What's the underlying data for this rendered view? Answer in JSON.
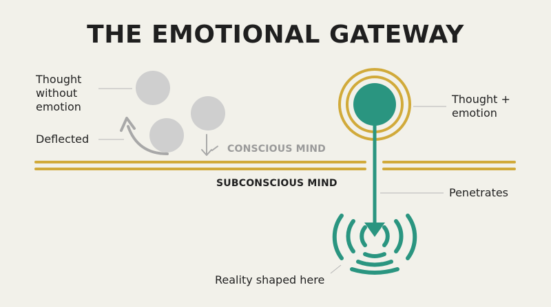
{
  "title": "THE EMOTIONAL GATEWAY",
  "labels": {
    "thought_without_emotion": "Thought without emotion",
    "deflected": "Deflected",
    "conscious_mind": "CONSCIOUS MIND",
    "subconscious_mind": "SUBCONSCIOUS MIND",
    "thought_plus_emotion": "Thought + emotion",
    "penetrates": "Penetrates",
    "reality_shaped_here": "Reality shaped here"
  },
  "colors": {
    "background": "#f2f1ea",
    "gold": "#d1aa3a",
    "teal": "#2a9580",
    "gray_circle": "#cfcfcf",
    "gray_arrow": "#a8a8a8"
  }
}
